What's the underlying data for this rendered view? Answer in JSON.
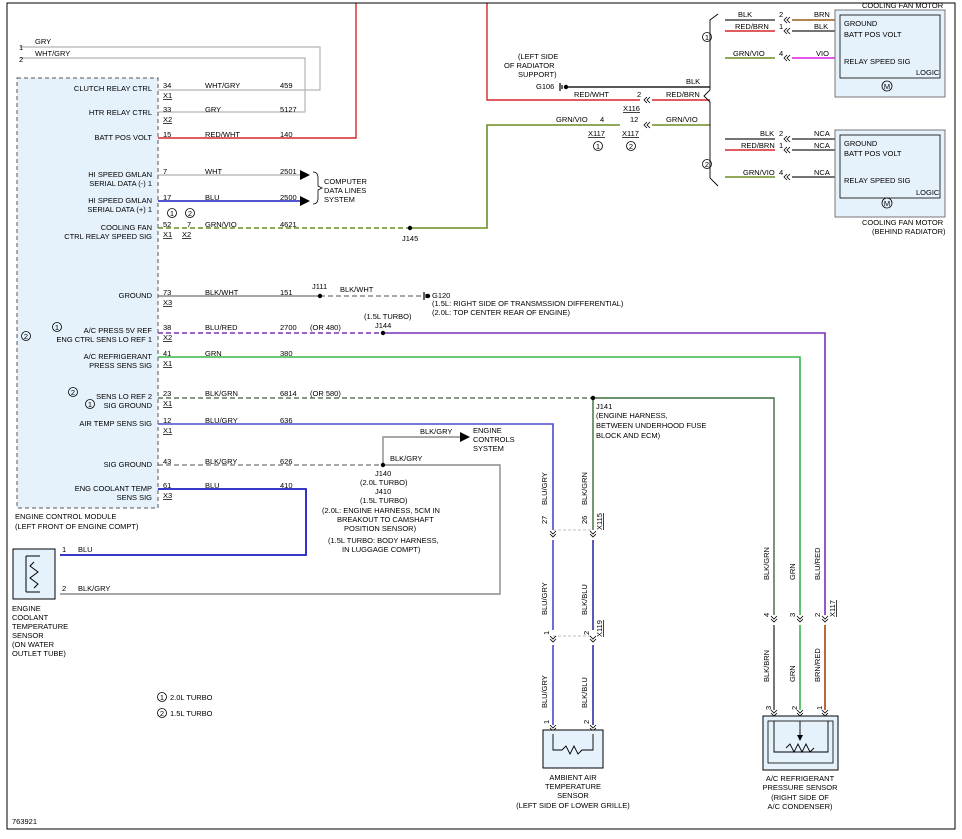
{
  "colors": {
    "grn": "#39b54a",
    "blu": "#1b1fbf",
    "vio": "#7b2fbe",
    "red": "#d7262b",
    "wht": "#c8c8c8",
    "gry": "#8a8a8a",
    "blk": "#222222",
    "grnvio": "#6b8e23",
    "brn": "#9c5a1c",
    "bluGry": "#4a4ad0",
    "blkBlu": "#3030a0",
    "brnRed": "#b05a2a",
    "blkGrn": "#3a6e3a",
    "magenta": "#e01ee0",
    "ecmFill": "#e6f2fb",
    "motorFill": "#e6f2fb"
  },
  "ecm": {
    "pins": [
      {
        "label": "CLUTCH RELAY CTRL",
        "pin": "34",
        "conn": "X1",
        "color": "WHT/GRY",
        "circuit": "459"
      },
      {
        "label": "HTR RELAY CTRL",
        "pin": "33",
        "conn": "X2",
        "color": "GRY",
        "circuit": "5127"
      },
      {
        "label": "BATT POS VOLT",
        "pin": "15",
        "conn": "",
        "color": "RED/WHT",
        "circuit": "140"
      },
      {
        "label": "HI SPEED GMLAN",
        "label2": "SERIAL DATA (-) 1",
        "pin": "7",
        "conn": "",
        "color": "WHT",
        "circuit": "2501"
      },
      {
        "label": "HI SPEED GMLAN",
        "label2": "SERIAL DATA (+) 1",
        "pin": "17",
        "conn": "",
        "color": "BLU",
        "circuit": "2500"
      },
      {
        "label": "COOLING FAN",
        "label2": "CTRL RELAY SPEED SIG",
        "pin": "52",
        "pin2": "7",
        "conn": "X1",
        "conn2": "X2",
        "color": "GRN/VIO",
        "circuit": "4621"
      },
      {
        "label": "GROUND",
        "pin": "73",
        "conn": "X3",
        "color": "BLK/WHT",
        "circuit": "151"
      },
      {
        "label": "A/C PRESS 5V REF",
        "label2": "ENG CTRL SENS LO REF 1",
        "pin": "38",
        "conn": "X2",
        "color": "BLU/RED",
        "circuit": "2700",
        "alt": "(OR 480)"
      },
      {
        "label": "A/C REFRIGERANT",
        "label2": "PRESS SENS SIG",
        "pin": "41",
        "conn": "X1",
        "color": "GRN",
        "circuit": "380"
      },
      {
        "label": "SENS LO REF 2",
        "label2": "SIG GROUND",
        "pin": "23",
        "conn": "X1",
        "color": "BLK/GRN",
        "circuit": "6814",
        "alt": "(OR 580)"
      },
      {
        "label": "AIR TEMP SENS SIG",
        "pin": "12",
        "conn": "X1",
        "color": "BLU/GRY",
        "circuit": "636"
      },
      {
        "label": "SIG GROUND",
        "pin": "43",
        "conn": "",
        "color": "BLK/GRY",
        "circuit": "626"
      },
      {
        "label": "ENG COOLANT TEMP",
        "label2": "SENS SIG",
        "pin": "61",
        "conn": "X3",
        "color": "BLU",
        "circuit": "410"
      }
    ],
    "name1": "ENGINE CONTROL MODULE",
    "name2": "(LEFT FRONT OF ENGINE COMPT)",
    "relayWire1Num": "1",
    "relayWire1": "GRY",
    "relayWire2Num": "2",
    "relayWire2": "WHT/GRY"
  },
  "labels": {
    "cds1": "COMPUTER",
    "cds2": "DATA LINES",
    "cds3": "SYSTEM",
    "j145": "J145",
    "j111": "J111",
    "blkwht": "BLK/WHT",
    "g120": "G120",
    "g120n1": "(1.5L: RIGHT SIDE OF TRANSMSSION DIFFERENTIAL)",
    "g120n2": "(2.0L: TOP CENTER REAR OF ENGINE)",
    "j144turbo": "(1.5L TURBO)",
    "j144": "J144",
    "j141": "J141",
    "j141n1": "(ENGINE HARNESS,",
    "j141n2": "BETWEEN UNDERHOOD FUSE",
    "j141n3": "BLOCK AND ECM)",
    "blkgry": "BLK/GRY",
    "ecs1": "ENGINE",
    "ecs2": "CONTROLS",
    "ecs3": "SYSTEM",
    "j140": "J140",
    "j140t": "(2.0L TURBO)",
    "j410": "J410",
    "j410t": "(1.5L TURBO)",
    "j140n1": "(2.0L: ENGINE HARNESS, 5CM IN",
    "j140n2": "BREAKOUT TO CAMSHAFT",
    "j140n3": "POSITION SENSOR)",
    "j140n4": "(1.5L TURBO: BODY HARNESS,",
    "j140n5": "IN LUGGAGE COMPT)",
    "g106n1": "(LEFT SIDE",
    "g106n2": "OF RADIATOR",
    "g106n3": "SUPPORT)",
    "g106": "G106",
    "blk": "BLK",
    "redwht": "RED/WHT",
    "redbrn": "RED/BRN",
    "grnvio": "GRN/VIO",
    "x116": "X116",
    "x117": "X117",
    "c1": "1",
    "c2": "2",
    "fan1Title": "COOLING FAN MOTOR",
    "fan2Title1": "COOLING FAN MOTOR",
    "fan2Title2": "(BEHIND RADIATOR)",
    "ground": "GROUND",
    "battPos": "BATT POS VOLT",
    "relaySpeed": "RELAY SPEED SIG",
    "logic": "LOGIC",
    "brn": "BRN",
    "vio": "VIO",
    "nca": "NCA",
    "ectsBlu": "BLU",
    "ectsBlkgry": "BLK/GRY",
    "ects1": "ENGINE",
    "ects2": "COOLANT",
    "ects3": "TEMPERATURE",
    "ects4": "SENSOR",
    "ects5": "(ON WATER",
    "ects6": "OUTLET TUBE)",
    "leg1": "2.0L TURBO",
    "leg2": "1.5L TURBO",
    "aat1": "AMBIENT AIR",
    "aat2": "TEMPERATURE",
    "aat3": "SENSOR",
    "aat4": "(LEFT SIDE OF LOWER GRILLE)",
    "acp1": "A/C REFRIGERANT",
    "acp2": "PRESSURE SENSOR",
    "acp3": "(RIGHT SIDE OF",
    "acp4": "A/C CONDENSER)",
    "bluGry": "BLU/GRY",
    "blkGrn": "BLK/GRN",
    "blkBlu": "BLK/BLU",
    "x115": "X115",
    "x119": "X119",
    "blkGrnR": "BLK/GRN",
    "grn": "GRN",
    "bluRed": "BLU/RED",
    "blkBrn": "BLK/BRN",
    "brnRed": "BRN/RED",
    "p27": "27",
    "p26": "26",
    "p1": "1",
    "p2": "2",
    "p3": "3",
    "p4": "4",
    "figNum": "763921"
  }
}
